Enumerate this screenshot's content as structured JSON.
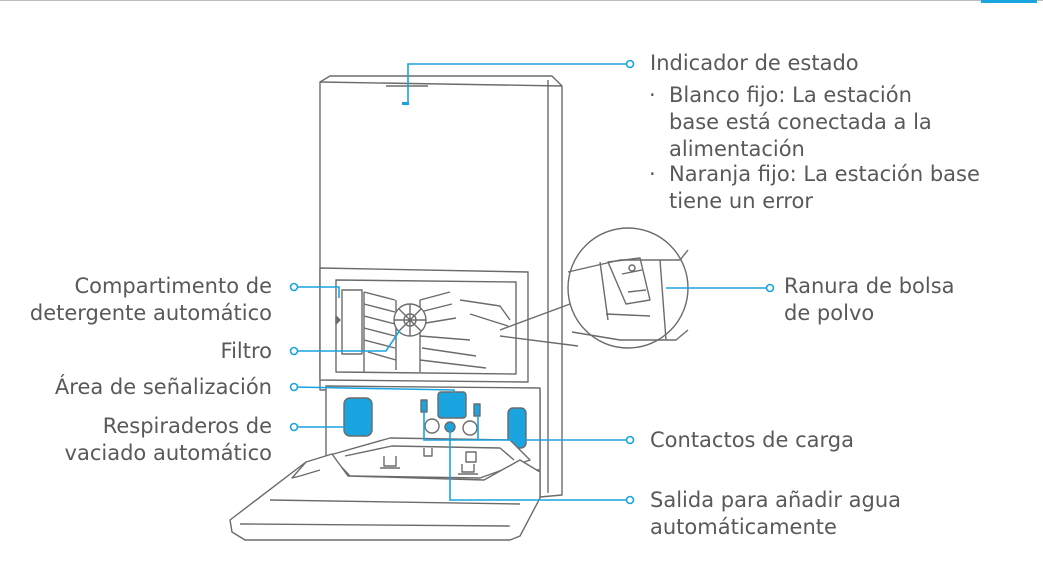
{
  "colors": {
    "accent": "#1aa4e0",
    "outline": "#6b6b6b",
    "text": "#595959"
  },
  "labels": {
    "status_indicator": {
      "title": "Indicador de estado",
      "items": [
        [
          "Blanco fijo: La estación",
          "base está conectada a la",
          "alimentación"
        ],
        [
          "Naranja fijo: La estación base",
          "tiene un error"
        ]
      ]
    },
    "detergent": [
      "Compartimento de",
      "detergente automático"
    ],
    "filter": "Filtro",
    "signal_area": "Área de señalización",
    "vents": [
      "Respiraderos de",
      "vaciado automático"
    ],
    "dust_bag": [
      "Ranura de bolsa",
      "de polvo"
    ],
    "charging": "Contactos de carga",
    "water_outlet": [
      "Salida para añadir agua",
      "automáticamente"
    ]
  }
}
